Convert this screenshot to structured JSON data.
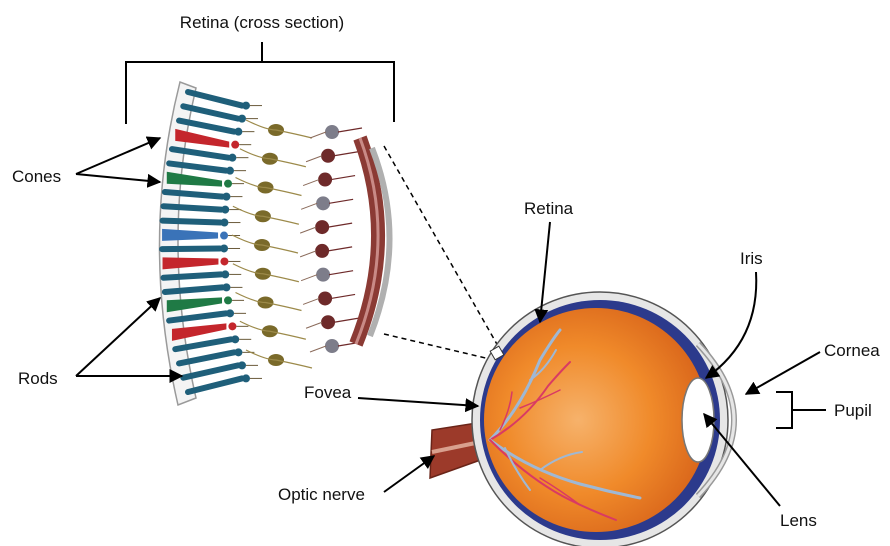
{
  "labels": {
    "retina_cross_section": "Retina (cross section)",
    "cones": "Cones",
    "rods": "Rods",
    "retina": "Retina",
    "iris": "Iris",
    "cornea": "Cornea",
    "pupil": "Pupil",
    "fovea": "Fovea",
    "optic_nerve": "Optic nerve",
    "lens": "Lens"
  },
  "colors": {
    "eyeball": "#f08a2a",
    "sclera": "#e6e6e6",
    "choroid": "#2c3a8c",
    "optic_nerve": "#9c3a2a",
    "rod": "#1f5f7a",
    "cone_red": "#c4262c",
    "cone_green": "#1f7a45",
    "cone_blue": "#3a73b8"
  }
}
